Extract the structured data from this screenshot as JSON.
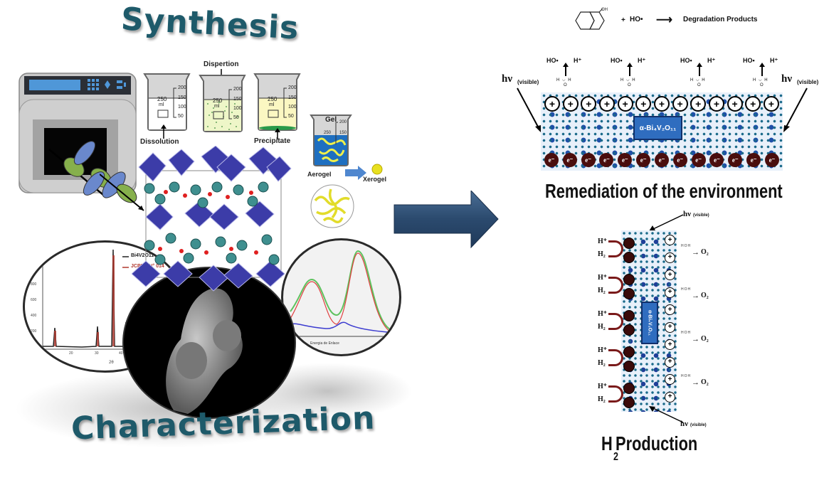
{
  "left_panel": {
    "title_top": "Synthesis",
    "title_bottom": "Characterization",
    "beakers": [
      {
        "label": "Dissolution",
        "capacity": "250",
        "unit": "ml",
        "marks": [
          "200",
          "150",
          "100",
          "50"
        ]
      },
      {
        "label": "Dispertion",
        "capacity": "250",
        "unit": "ml",
        "marks": [
          "200",
          "150",
          "100",
          "50"
        ]
      },
      {
        "label": "Precipitate",
        "capacity": "250",
        "unit": "ml",
        "marks": [
          "200",
          "150",
          "100",
          "50"
        ]
      },
      {
        "label": "Gel",
        "capacity": "250",
        "unit": "ml",
        "marks": [
          "200",
          "150"
        ]
      }
    ],
    "aerogel_label": "Aerogel",
    "xerogel_label": "Xerogel",
    "xrd_legend": [
      "Bi4V2O11",
      "JCPDS N° 014"
    ],
    "xrd_x_ticks": [
      "20",
      "30",
      "40"
    ],
    "xrd_y_ticks": [
      "800",
      "600",
      "400",
      "200"
    ],
    "xrd_xlabel": "2θ",
    "uv_xlabel": "Energia de Enlace"
  },
  "arrow": {
    "direction": "right",
    "color": "#2b4a6e"
  },
  "right_panel": {
    "reaction": {
      "reactant": "OH",
      "plus": "+",
      "radical": "HO•",
      "arrow": "⟶",
      "product": "Degradation Products"
    },
    "remediation": {
      "products": [
        {
          "radical": "HO•",
          "proton": "H⁺"
        },
        {
          "radical": "HO•",
          "proton": "H⁺"
        },
        {
          "radical": "HO•",
          "proton": "H⁺"
        },
        {
          "radical": "HO•",
          "proton": "H⁺"
        }
      ],
      "water": "H₂O",
      "light_left": "hν",
      "light_right": "hν",
      "light_sub": "(visible)",
      "hole_symbol": "+",
      "hole_count": 13,
      "electron_symbol": "e⁻",
      "electron_count": 13,
      "material": "α-Bi₄V₂O₁₁",
      "caption": "Remediation of the environment"
    },
    "h2": {
      "light": "hν",
      "light_sub": "(visible)",
      "proton": "H⁺",
      "hydrogen": "H₂",
      "oxygen": "O₂",
      "pairs": 5,
      "o2_count": 4,
      "material": "α-Bi₄V₂O₁₁",
      "caption_main": "H",
      "caption_sub": "2",
      "caption_rest": " Production"
    }
  }
}
